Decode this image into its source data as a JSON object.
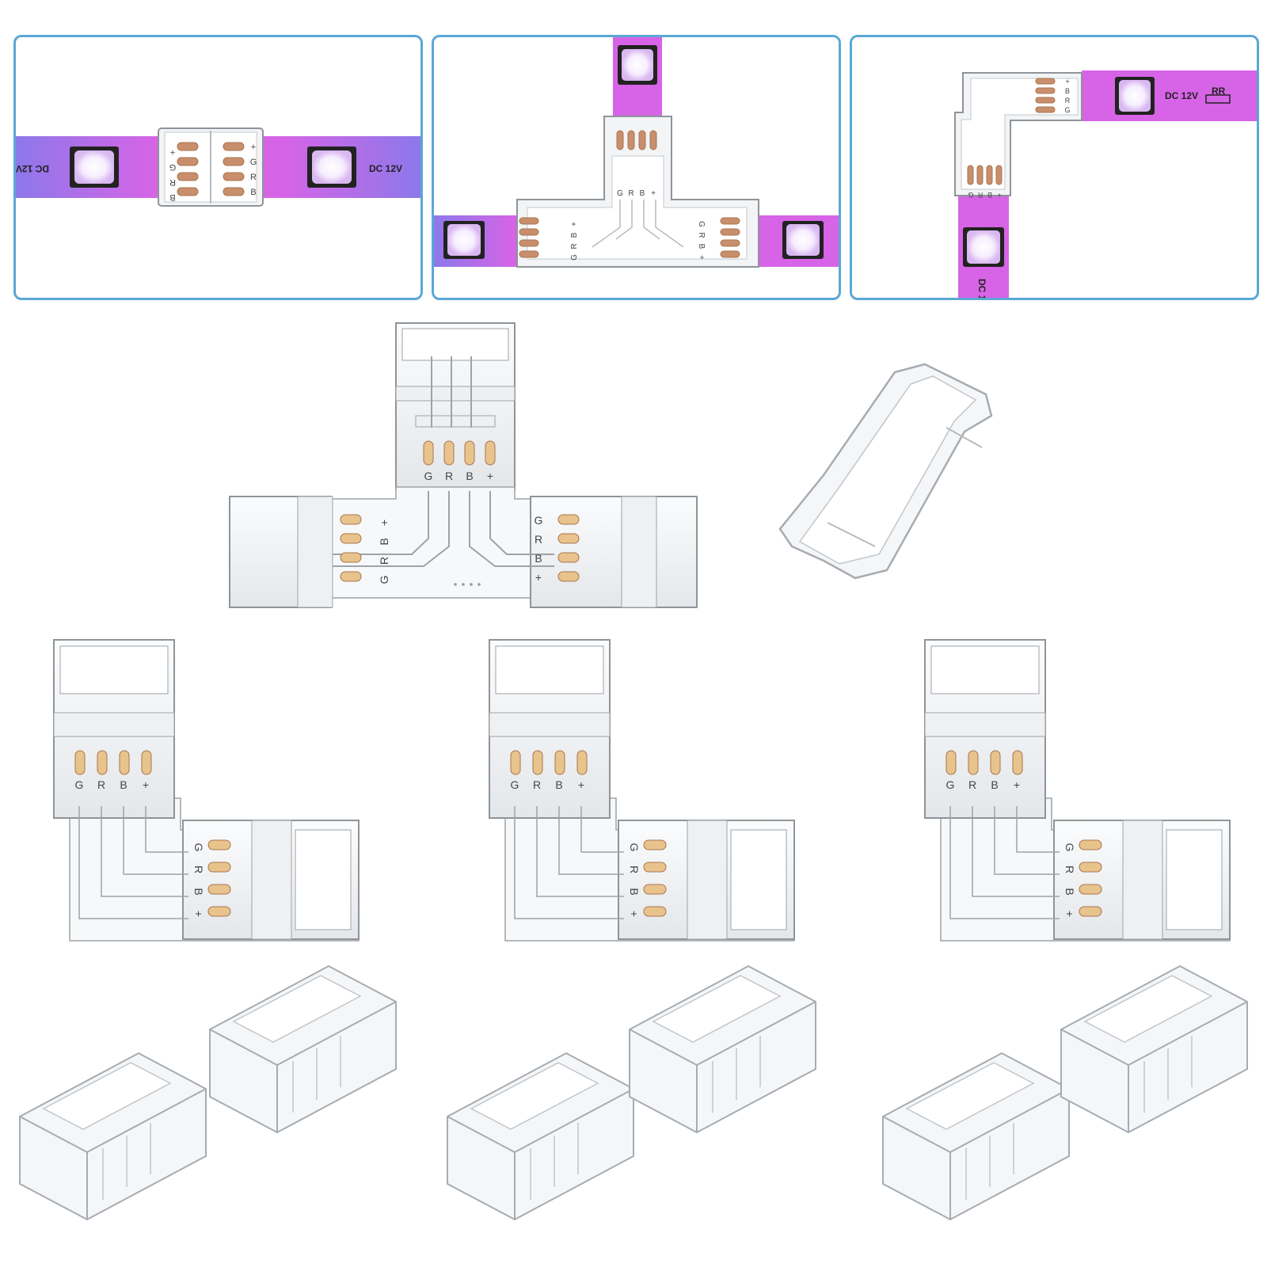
{
  "pins": [
    "G",
    "R",
    "B",
    "+"
  ],
  "strip_label": "DC 12V",
  "strip_label_partial": "DC 1",
  "resistor_label": "RR",
  "colors": {
    "panel_border": "#5aa8d6",
    "strip_magenta": "#d764e6",
    "strip_purple": "#8d78ea",
    "led_glow": "#f6eefe",
    "pad_copper": "#c98f6c",
    "pin_gold": "#e8c48c",
    "clear_plastic": "#f2f4f6",
    "plastic_edge": "#8f9499"
  },
  "icons": [
    "led-chip-icon",
    "copper-pad-icon",
    "gold-pin-icon",
    "connector-clip-icon"
  ]
}
